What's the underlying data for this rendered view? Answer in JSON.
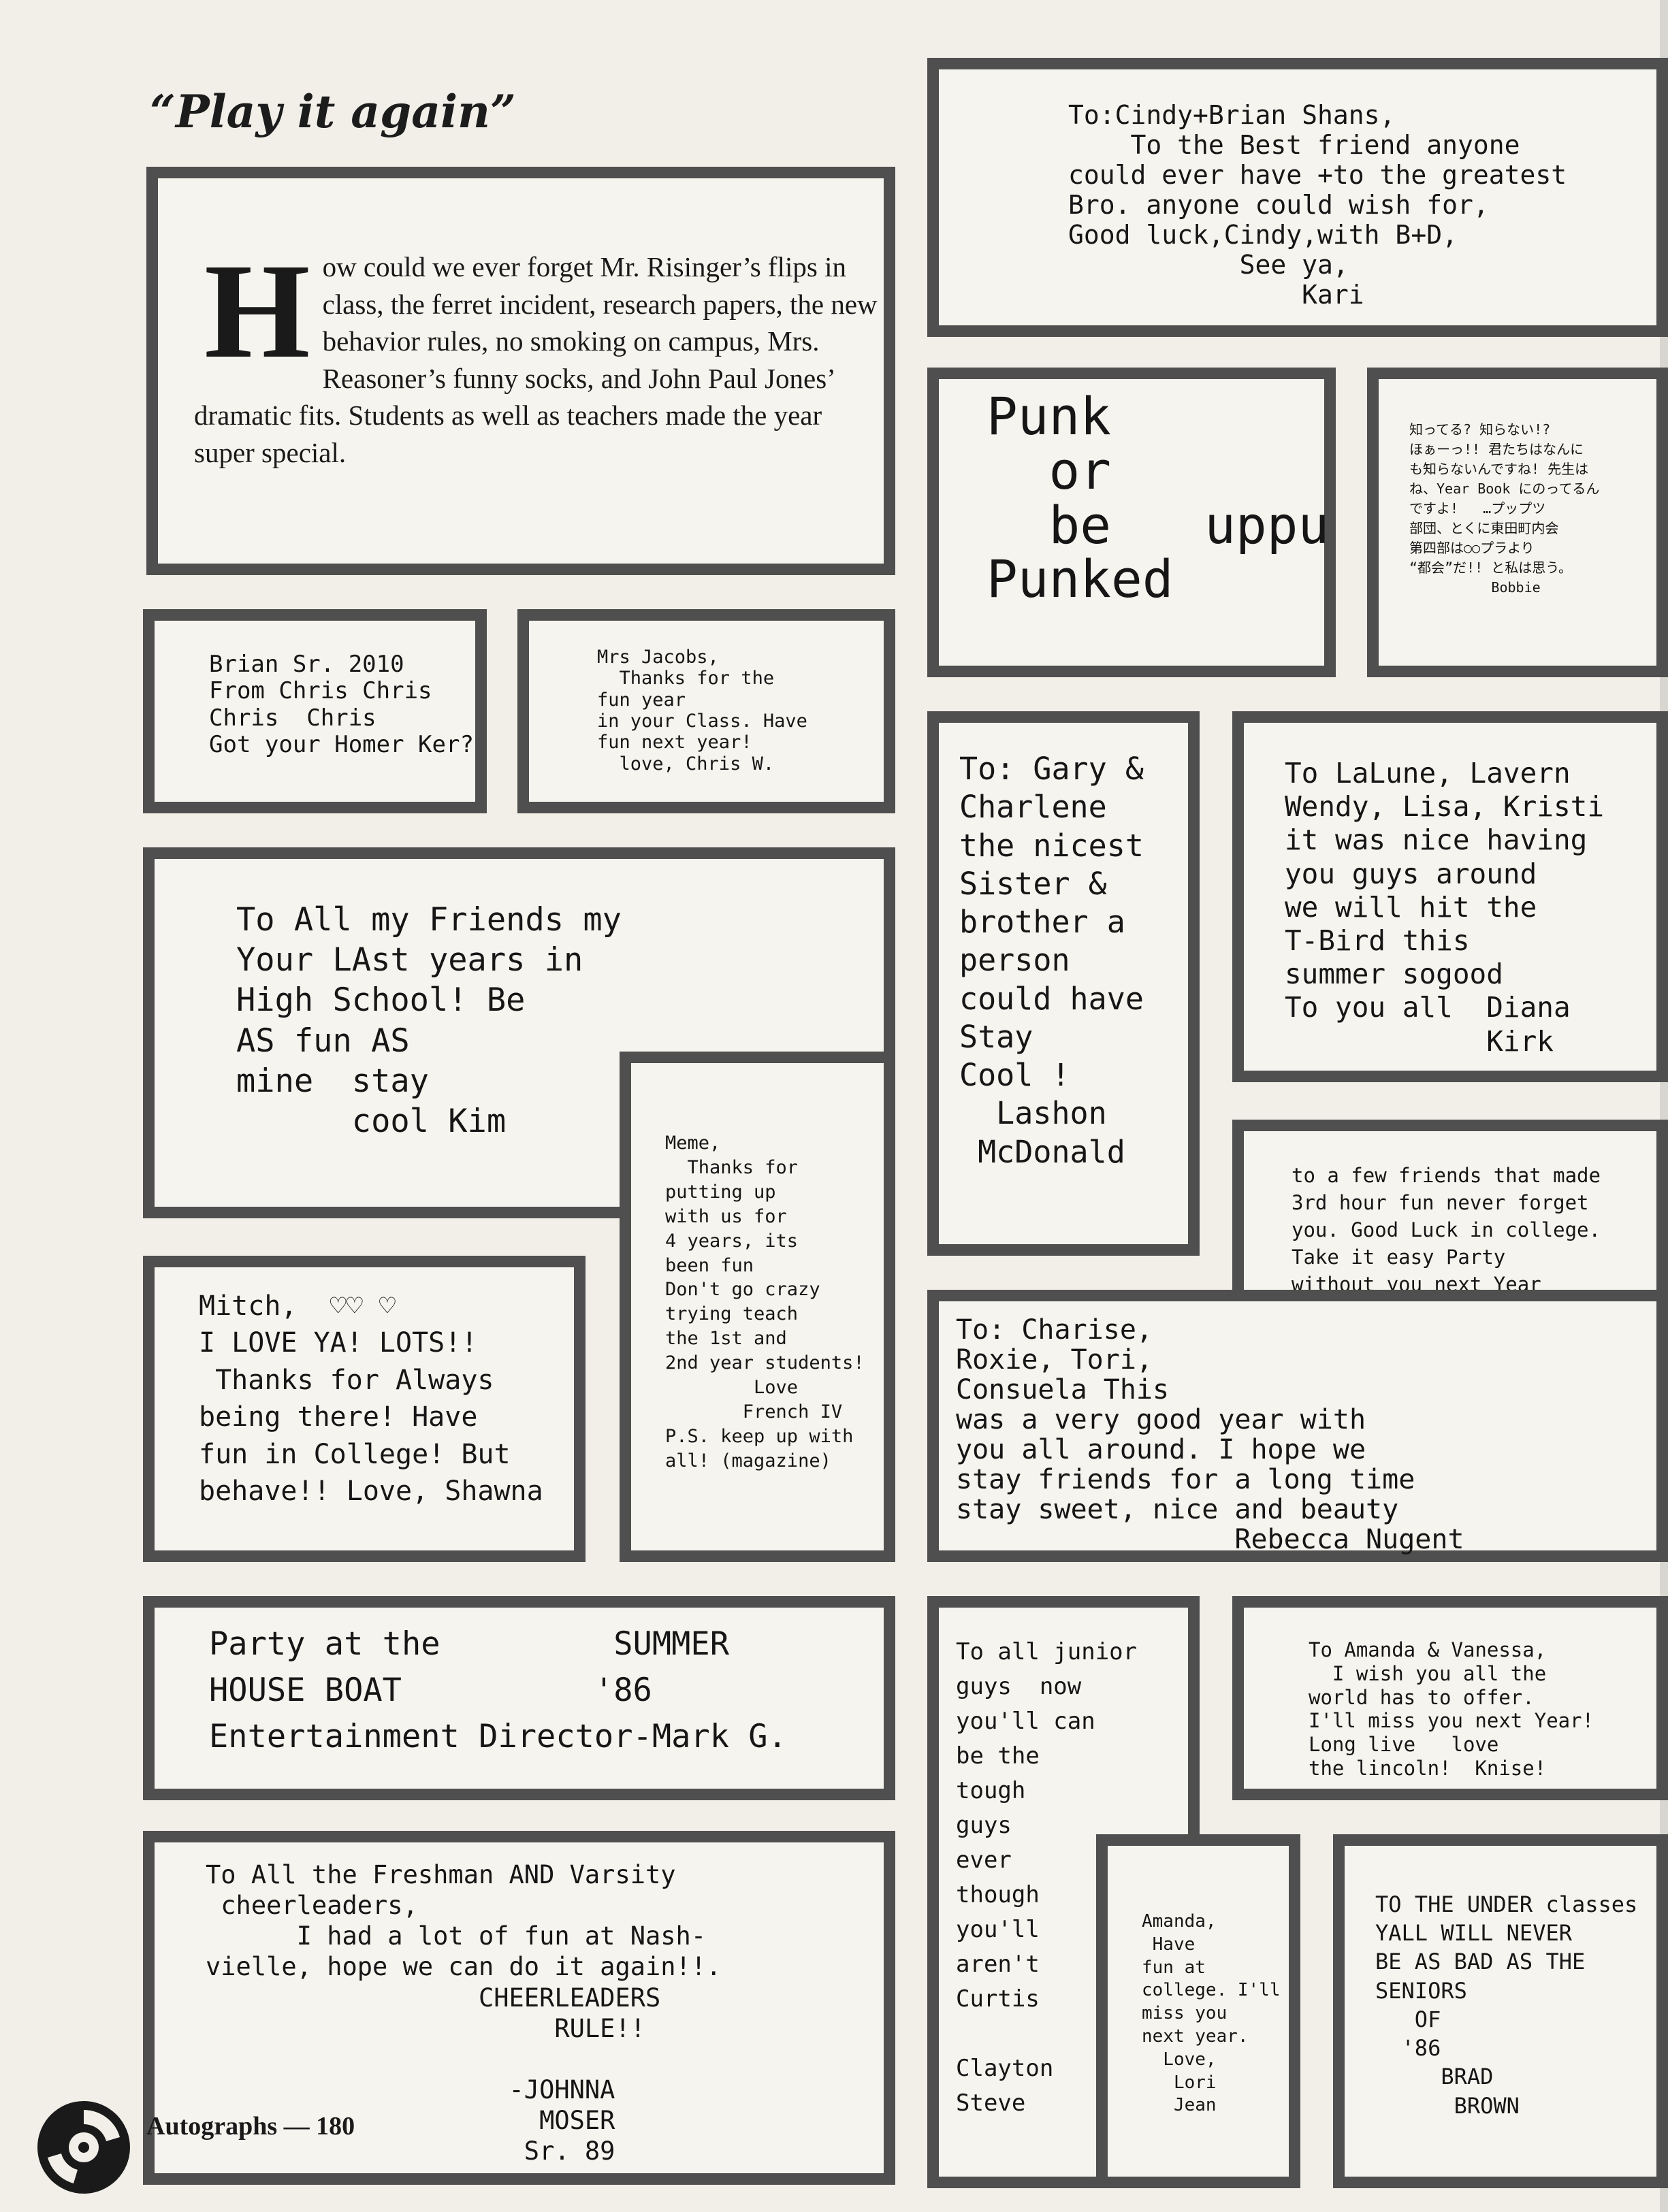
{
  "header": {
    "title": "“Play it again”"
  },
  "intro": {
    "dropcap": "H",
    "text": "ow could we ever forget Mr. Risinger’s flips in class, the ferret incident, research papers, the new behavior rules, no smoking on campus, Mrs. Reasoner’s funny socks, and John Paul Jones’ dramatic fits. Students as well as teachers made the year super special."
  },
  "autographs": {
    "cindy": "To:Cindy+Brian Shans,\n    To the Best friend anyone\ncould ever have +to the greatest\nBro. anyone could wish for,\nGood luck,Cindy,with B+D,\n           See ya,\n               Kari",
    "punk": "Punk\n  or\n  be   uppu\nPunked",
    "bobbie": "知ってる? 知らない!?\nほぁーっ!! 君たちはなんに\nも知らないんですね! 先生は\nね、Year Book にのってるん\nですよ!   …プップツ\n部団、とくに東田町内会\n第四部は○○プラより\n“都会”だ!! と私は思う。\n          Bobbie",
    "brian": "Brian Sr. 2010\nFrom Chris Chris\nChris  Chris\nGot your Homer Ker?",
    "jacobs": "Mrs Jacobs,\n  Thanks for the\nfun year\nin your Class. Have\nfun next year!\n  love, Chris W.",
    "friends": "To All my Friends my\nYour LAst years in\nHigh School! Be\nAS fun AS\nmine  stay\n      cool Kim",
    "gary": "To: Gary &\nCharlene\nthe nicest\nSister &\nbrother a\nperson\ncould have\nStay\nCool !\n  Lashon\n McDonald",
    "lalune": "To LaLune, Lavern\nWendy, Lisa, Kristi\nit was nice having\nyou guys around\nwe will hit the\nT-Bird this\nsummer sogood\nTo you all  Diana\n            Kirk",
    "meme": "Meme,\n  Thanks for\nputting up\nwith us for\n4 years, its\nbeen fun\nDon't go crazy\ntrying teach\nthe 1st and\n2nd year students!\n        Love\n       French IV\nP.S. keep up with\nall! (magazine)",
    "fewfriends": "to a few friends that made\n3rd hour fun never forget\nyou. Good Luck in college.\nTake it easy Party\nwithout you next Year\nLots of Love, Verdie",
    "mitch": "Mitch,  ♡♡ ♡\nI LOVE YA! LOTS!!\n Thanks for Always\nbeing there! Have\nfun in College! But\nbehave!! Love, Shawna",
    "charise": "To: Charise,\nRoxie, Tori,\nConsuela This\nwas a very good year with\nyou all around. I hope we\nstay friends for a long time\nstay sweet, nice and beauty\n                 Rebecca Nugent",
    "houseboat": "Party at the         SUMMER\nHOUSE BOAT          '86\nEntertainment Director-Mark G.",
    "juniors": "To all junior\nguys  now\nyou'll can\nbe the\ntough\nguys\never\nthough\nyou'll\naren't\nCurtis\n\nClayton\nSteve",
    "amanda_v": "To Amanda & Vanessa,\n  I wish you all the\nworld has to offer.\nI'll miss you next Year!\nLong live   love\nthe lincoln!  Knise!",
    "cheer": "To All the Freshman AND Varsity\n cheerleaders,\n      I had a lot of fun at Nash-\nvielle, hope we can do it again!!.\n                  CHEERLEADERS\n                       RULE!!\n\n                    -JOHNNA\n                      MOSER\n                     Sr. 89",
    "amanda_l": "Amanda,\n Have\nfun at\ncollege. I'll\nmiss you\nnext year.\n  Love,\n   Lori\n   Jean",
    "underclasses": "TO THE UNDER classes\nYALL WILL NEVER\nBE AS BAD AS THE\nSENIORS\n   OF\n  '86\n     BRAD\n      BROWN"
  },
  "footer": {
    "label": "Autographs — 180"
  }
}
